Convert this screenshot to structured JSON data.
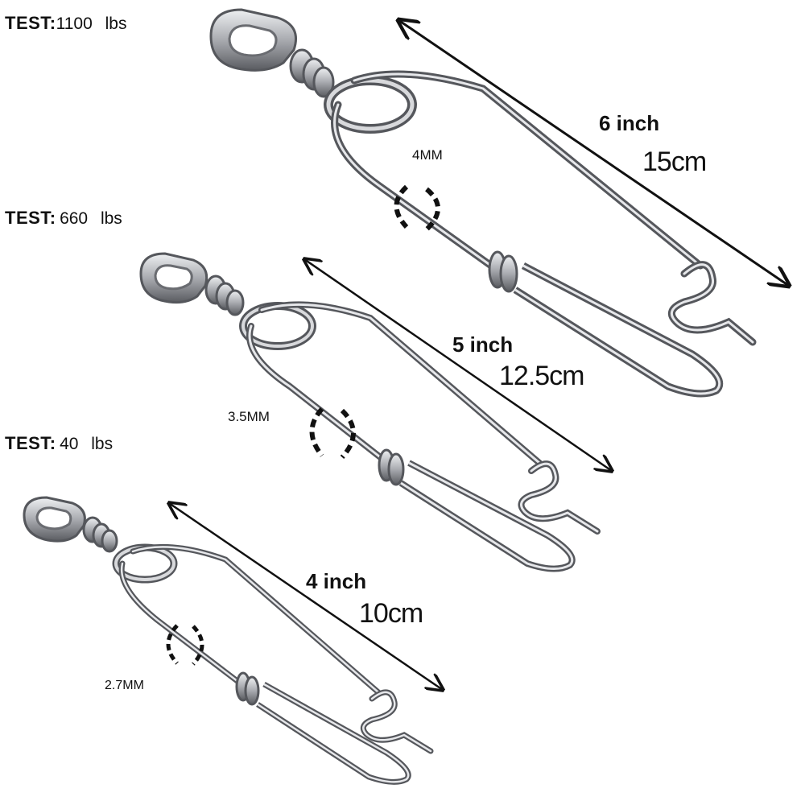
{
  "products": [
    {
      "test_label": "TEST:",
      "test_value": "1100  lbs",
      "length_inch": "6 inch",
      "length_cm": "15cm",
      "wire_diameter": "4MM"
    },
    {
      "test_label": "TEST:",
      "test_value": "660  lbs",
      "length_inch": "5 inch",
      "length_cm": "12.5cm",
      "wire_diameter": "3.5MM"
    },
    {
      "test_label": "TEST:",
      "test_value": "40  lbs",
      "length_inch": "4 inch",
      "length_cm": "10cm",
      "wire_diameter": "2.7MM"
    }
  ],
  "colors": {
    "steel_dark": "#55575c",
    "steel_mid": "#9a9ca1",
    "steel_light": "#e4e5e8",
    "arrow": "#111111",
    "background": "#ffffff"
  }
}
